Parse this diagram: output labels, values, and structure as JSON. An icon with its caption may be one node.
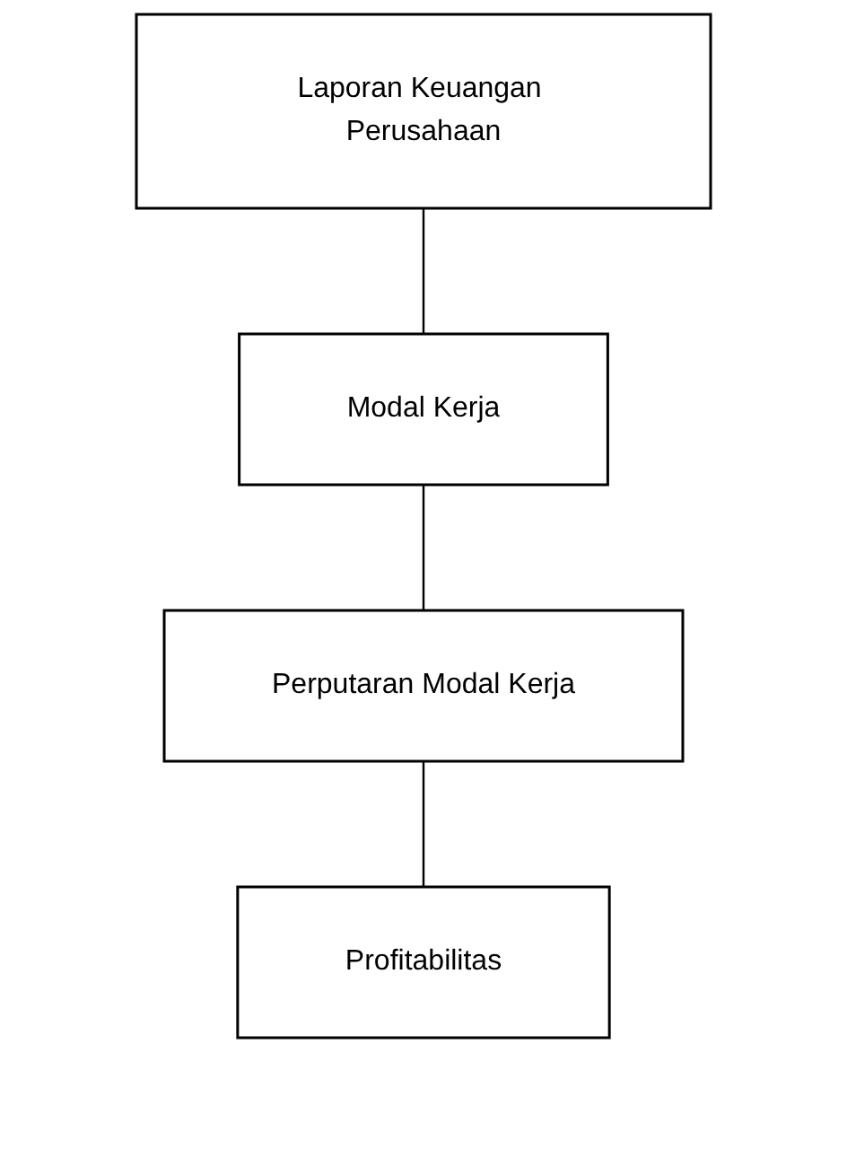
{
  "diagram": {
    "nodes": [
      {
        "text": [
          "Laporan Keuangan Perusahaan"
        ]
      },
      {
        "text": [
          "Modal Kerja"
        ]
      },
      {
        "text": [
          "Perputaran Modal Kerja"
        ]
      },
      {
        "text": [
          "Profitabilitas"
        ]
      }
    ],
    "edges": [
      {
        "from": 0,
        "to": 1,
        "arrow": "none"
      },
      {
        "from": 1,
        "to": 2,
        "arrow": "none"
      },
      {
        "from": 2,
        "to": 3,
        "arrow": "none"
      }
    ]
  }
}
